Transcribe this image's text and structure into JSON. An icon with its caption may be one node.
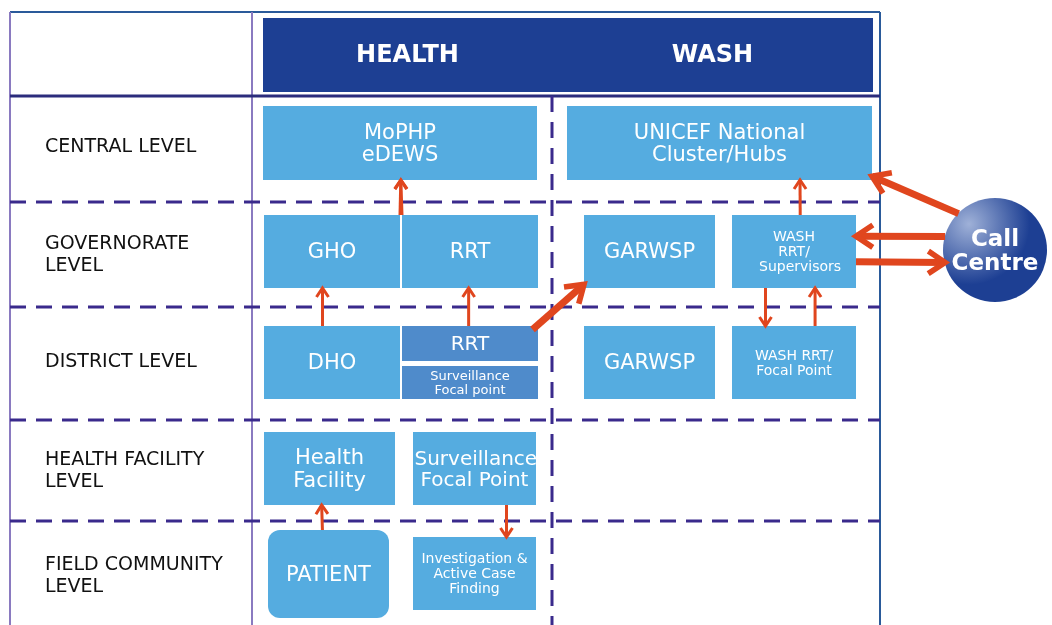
{
  "diagram": {
    "nodes": [
      {
        "text": [
          "HEALTH"
        ]
      },
      {
        "text": [
          "WASH"
        ]
      },
      {
        "text": [
          "MoPHP eDEWS"
        ]
      },
      {
        "text": [
          "UNICEF National Cluster/Hubs"
        ]
      },
      {
        "text": [
          "GHO"
        ]
      },
      {
        "text": [
          "RRT"
        ]
      },
      {
        "text": [
          "GARWSP"
        ]
      },
      {
        "text": [
          "WASH RRT/ Supervisors"
        ]
      },
      {
        "text": [
          "DHO"
        ]
      },
      {
        "text": [
          "RRT"
        ]
      },
      {
        "text": [
          "Surveillance Focal point"
        ]
      },
      {
        "text": [
          "GARWSP"
        ]
      },
      {
        "text": [
          "WASH RRT/ Focal Point"
        ]
      },
      {
        "text": [
          "Health Facility"
        ]
      },
      {
        "text": [
          "Surveillance Focal Point"
        ]
      },
      {
        "text": [
          "PATIENT"
        ]
      },
      {
        "text": [
          "Investigation & Active Case Finding"
        ]
      },
      {
        "text": [
          "Call Centre"
        ]
      }
    ],
    "edges": [
      {
        "from": 4,
        "to": 2,
        "arrow": "to"
      },
      {
        "from": 5,
        "to": 2,
        "arrow": "to"
      },
      {
        "from": 8,
        "to": 4,
        "arrow": "to"
      },
      {
        "from": 9,
        "to": 5,
        "arrow": "to"
      },
      {
        "from": 9,
        "to": 6,
        "arrow": "to",
        "style": "thick"
      },
      {
        "from": 7,
        "to": 3,
        "arrow": "to"
      },
      {
        "from": 7,
        "to": 12,
        "arrow": "to"
      },
      {
        "from": 12,
        "to": 7,
        "arrow": "to"
      },
      {
        "from": 15,
        "to": 13,
        "arrow": "to"
      },
      {
        "from": 14,
        "to": 16,
        "arrow": "to"
      },
      {
        "from": 17,
        "to": 3,
        "arrow": "to",
        "style": "thick"
      },
      {
        "from": 17,
        "to": 7,
        "arrow": "to",
        "style": "thick"
      },
      {
        "from": 7,
        "to": 17,
        "arrow": "to",
        "style": "thick"
      }
    ],
    "labels": [
      "CENTRAL LEVEL",
      "GOVERNORATE LEVEL",
      "DISTRICT LEVEL",
      "HEALTH FACILITY LEVEL",
      "FIELD COMMUNITY LEVEL"
    ]
  }
}
